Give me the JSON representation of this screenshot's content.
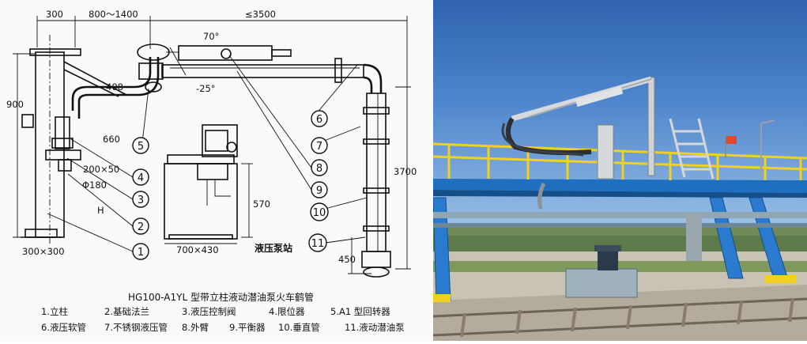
{
  "drawing": {
    "dimensions": {
      "d300": "300",
      "d800_1400": "800～1400",
      "d3500": "≤3500",
      "d70": "70°",
      "d408": "408",
      "dm25": "-25°",
      "d900": "900",
      "d660": "660",
      "d200_50": "200×50",
      "dphi180": "Φ180",
      "dH": "H",
      "d300x300": "300×300",
      "d570": "570",
      "d700x430": "700×430",
      "d3700": "3700",
      "d450": "450"
    },
    "station_label": "液压泵站",
    "callouts": [
      "1",
      "2",
      "3",
      "4",
      "5",
      "6",
      "7",
      "8",
      "9",
      "10",
      "11"
    ],
    "caption": "HG100-A1YL 型带立柱液动潜油泵火车鹤管",
    "legend_row1": [
      "1.立柱",
      "2.基础法兰",
      "3.液压控制阀",
      "4.限位器",
      "5.A1 型回转器"
    ],
    "legend_row2": [
      "6.液压软管",
      "7.不锈钢液压管",
      "8.外臂",
      "9.平衡器",
      "10.垂直管",
      "11.液动潜油泵"
    ]
  },
  "photo": {
    "colors": {
      "sky_top": "#2f63b0",
      "sky_bottom": "#c9dff0",
      "railing": "#f0d020",
      "steel": "#1f6fc0",
      "gravel": "#c9c3b6",
      "cabinet": "#9fb0be"
    }
  }
}
